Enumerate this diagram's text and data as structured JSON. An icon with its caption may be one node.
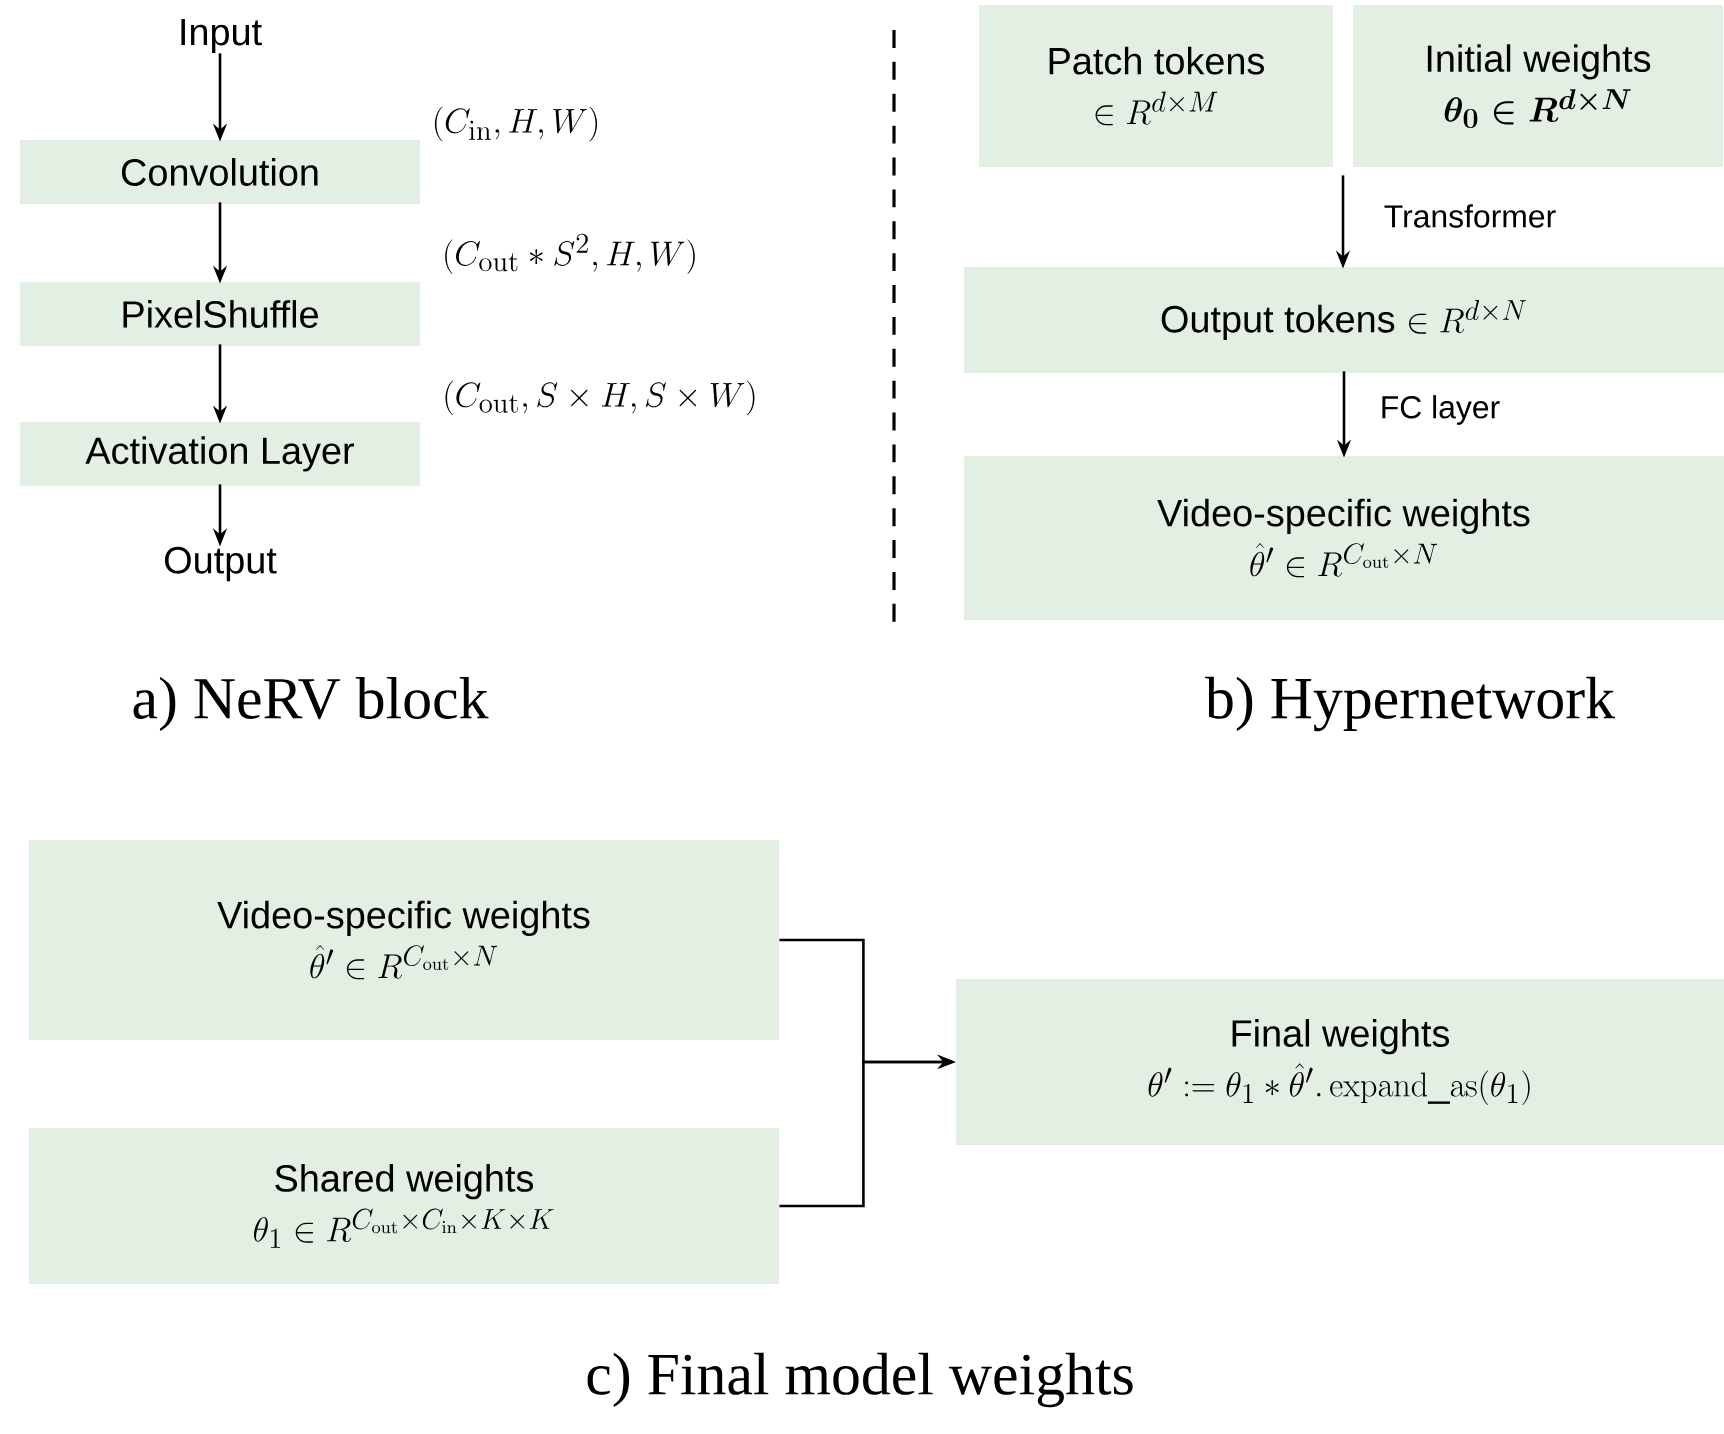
{
  "diagram": {
    "nodes": [
      {
        "text": [
          "Input"
        ]
      },
      {
        "text": [
          "Convolution"
        ]
      },
      {
        "text": [
          "PixelShuffle"
        ]
      },
      {
        "text": [
          "Activation Layer"
        ]
      },
      {
        "text": [
          "Output"
        ]
      },
      {
        "text": [
          "Patch tokens",
          "\\in R^{d\\times M}"
        ]
      },
      {
        "text": [
          "Initial weights",
          "\\boldsymbol{\\theta_0 \\in R^{d\\times N}}"
        ]
      },
      {
        "text": [
          "Output tokens",
          "\\in R^{d\\times N}"
        ]
      },
      {
        "text": [
          "Video-specific weights",
          "\\hat{\\theta}' \\in R^{C_{\\mathrm{out}}\\times N}"
        ]
      },
      {
        "text": [
          "Video-specific weights",
          "\\hat{\\theta}' \\in R^{C_{\\mathrm{out}}\\times N}"
        ]
      },
      {
        "text": [
          "Shared weights",
          "\\theta_1 \\in R^{C_{\\mathrm{out}}\\times C_{\\mathrm{in}}\\times K\\times K}"
        ]
      },
      {
        "text": [
          "Final weights",
          "\\theta' := \\theta_1 * \\hat{\\theta}'.\\,\\mathrm{expand\\_as}(\\theta_1)"
        ]
      }
    ],
    "edges": [
      {
        "from": 0,
        "to": 1,
        "arrow": "to"
      },
      {
        "from": 1,
        "to": 2,
        "arrow": "to"
      },
      {
        "from": 2,
        "to": 3,
        "arrow": "to"
      },
      {
        "from": 3,
        "to": 4,
        "arrow": "to"
      },
      {
        "from": 5,
        "to": 7,
        "arrow": "to",
        "label": "Transformer"
      },
      {
        "from": 6,
        "to": 7,
        "arrow": "to"
      },
      {
        "from": 7,
        "to": 8,
        "arrow": "to",
        "label": "FC layer"
      },
      {
        "from": 9,
        "to": 11,
        "arrow": "to"
      },
      {
        "from": 10,
        "to": 11,
        "arrow": "to"
      }
    ],
    "labels": [
      "(C_{\\mathrm{in}}, H, W)",
      "(C_{\\mathrm{out}} * S^2, H, W)",
      "(C_{\\mathrm{out}}, S\\times H, S\\times W)",
      "a) NeRV block",
      "b) Hypernetwork",
      "c) Final model weights"
    ]
  }
}
